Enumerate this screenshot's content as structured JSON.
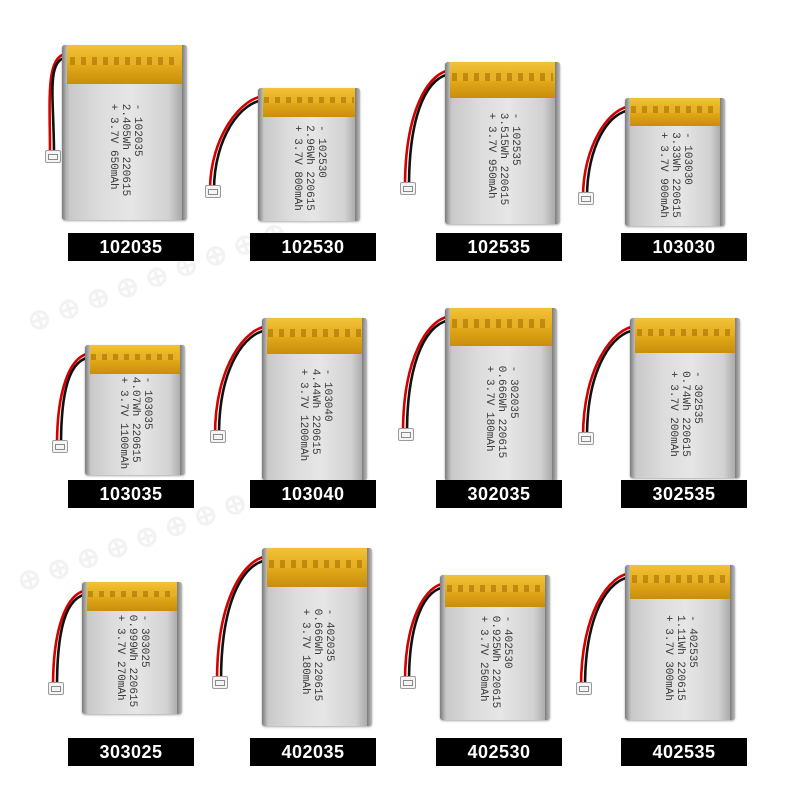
{
  "batteries": [
    {
      "model": "102035",
      "print": [
        "- 102035",
        "2.405Wh 220615",
        "+ 3.7V 650mAh"
      ]
    },
    {
      "model": "102530",
      "print": [
        "- 102530",
        "2.96Wh 220615",
        "+ 3.7V 800mAh"
      ]
    },
    {
      "model": "102535",
      "print": [
        "- 102535",
        "3.515Wh 220615",
        "+ 3.7V 950mAh"
      ]
    },
    {
      "model": "103030",
      "print": [
        "- 103030",
        "3.33Wh 220615",
        "+ 3.7V 900mAh"
      ]
    },
    {
      "model": "103035",
      "print": [
        "- 103035",
        "4.07Wh 220615",
        "+ 3.7V 1100mAh"
      ]
    },
    {
      "model": "103040",
      "print": [
        "- 103040",
        "4.44Wh 220615",
        "+ 3.7V 1200mAh"
      ]
    },
    {
      "model": "302035",
      "print": [
        "- 302035",
        "0.666Wh 220615",
        "+ 3.7V 180mAh"
      ]
    },
    {
      "model": "302535",
      "print": [
        "- 302535",
        "0.74Wh 220615",
        "+ 3.7V 200mAh"
      ]
    },
    {
      "model": "303025",
      "print": [
        "- 303025",
        "0.999Wh 220615",
        "+ 3.7V 270mAh"
      ]
    },
    {
      "model": "402035",
      "print": [
        "- 402035",
        "0.666Wh 220615",
        "+ 3.7V 180mAh"
      ]
    },
    {
      "model": "402530",
      "print": [
        "- 402530",
        "0.925Wh 220615",
        "+ 3.7V 250mAh"
      ]
    },
    {
      "model": "402535",
      "print": [
        "- 402535",
        "1.11Wh 220615",
        "+ 3.7V 300mAh"
      ]
    }
  ],
  "colors": {
    "tape": "#e5ad1c",
    "label_bg": "#000000",
    "label_text": "#ffffff",
    "wire_red": "#d40000",
    "wire_black": "#111111"
  }
}
